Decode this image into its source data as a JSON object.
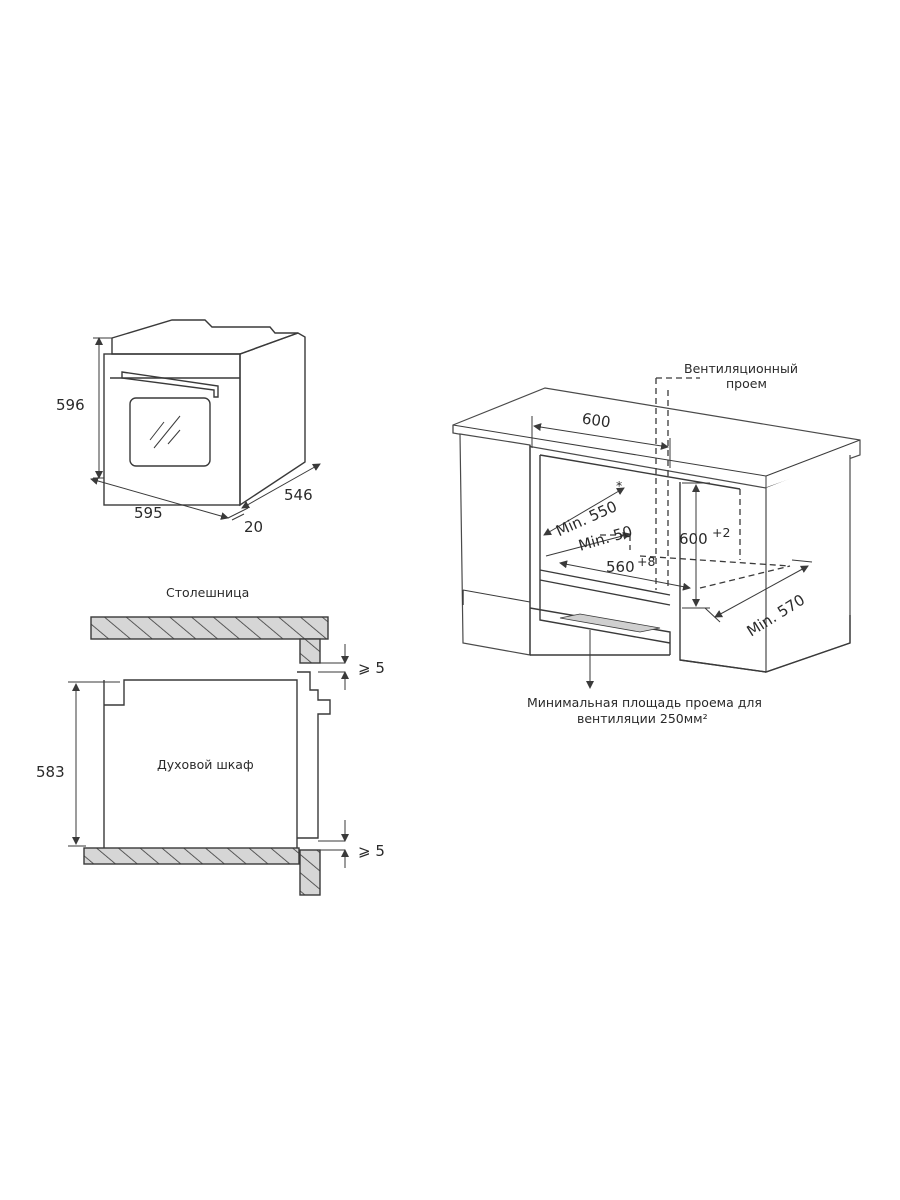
{
  "oven_dimensions": {
    "height": "596",
    "width": "595",
    "depth": "546",
    "door": "20"
  },
  "installation": {
    "countertop_label": "Столешница",
    "oven_label": "Духовой шкаф",
    "oven_height": "583",
    "gap_top": "⩾ 5",
    "gap_bottom": "⩾ 5"
  },
  "cabinet": {
    "top_width": "600",
    "vent_label_line1": "Вентиляционный",
    "vent_label_line2": "проем",
    "min_550": "Min. 550",
    "min_550_sup": "*",
    "min_50": "Min. 50",
    "niche_height": "600",
    "niche_height_tol": "+2",
    "niche_width": "560",
    "niche_width_tol": "+8",
    "min_570": "Min. 570",
    "area_label_line1": "Минимальная площадь проема для",
    "area_label_line2": "вентиляции 250мм²"
  }
}
